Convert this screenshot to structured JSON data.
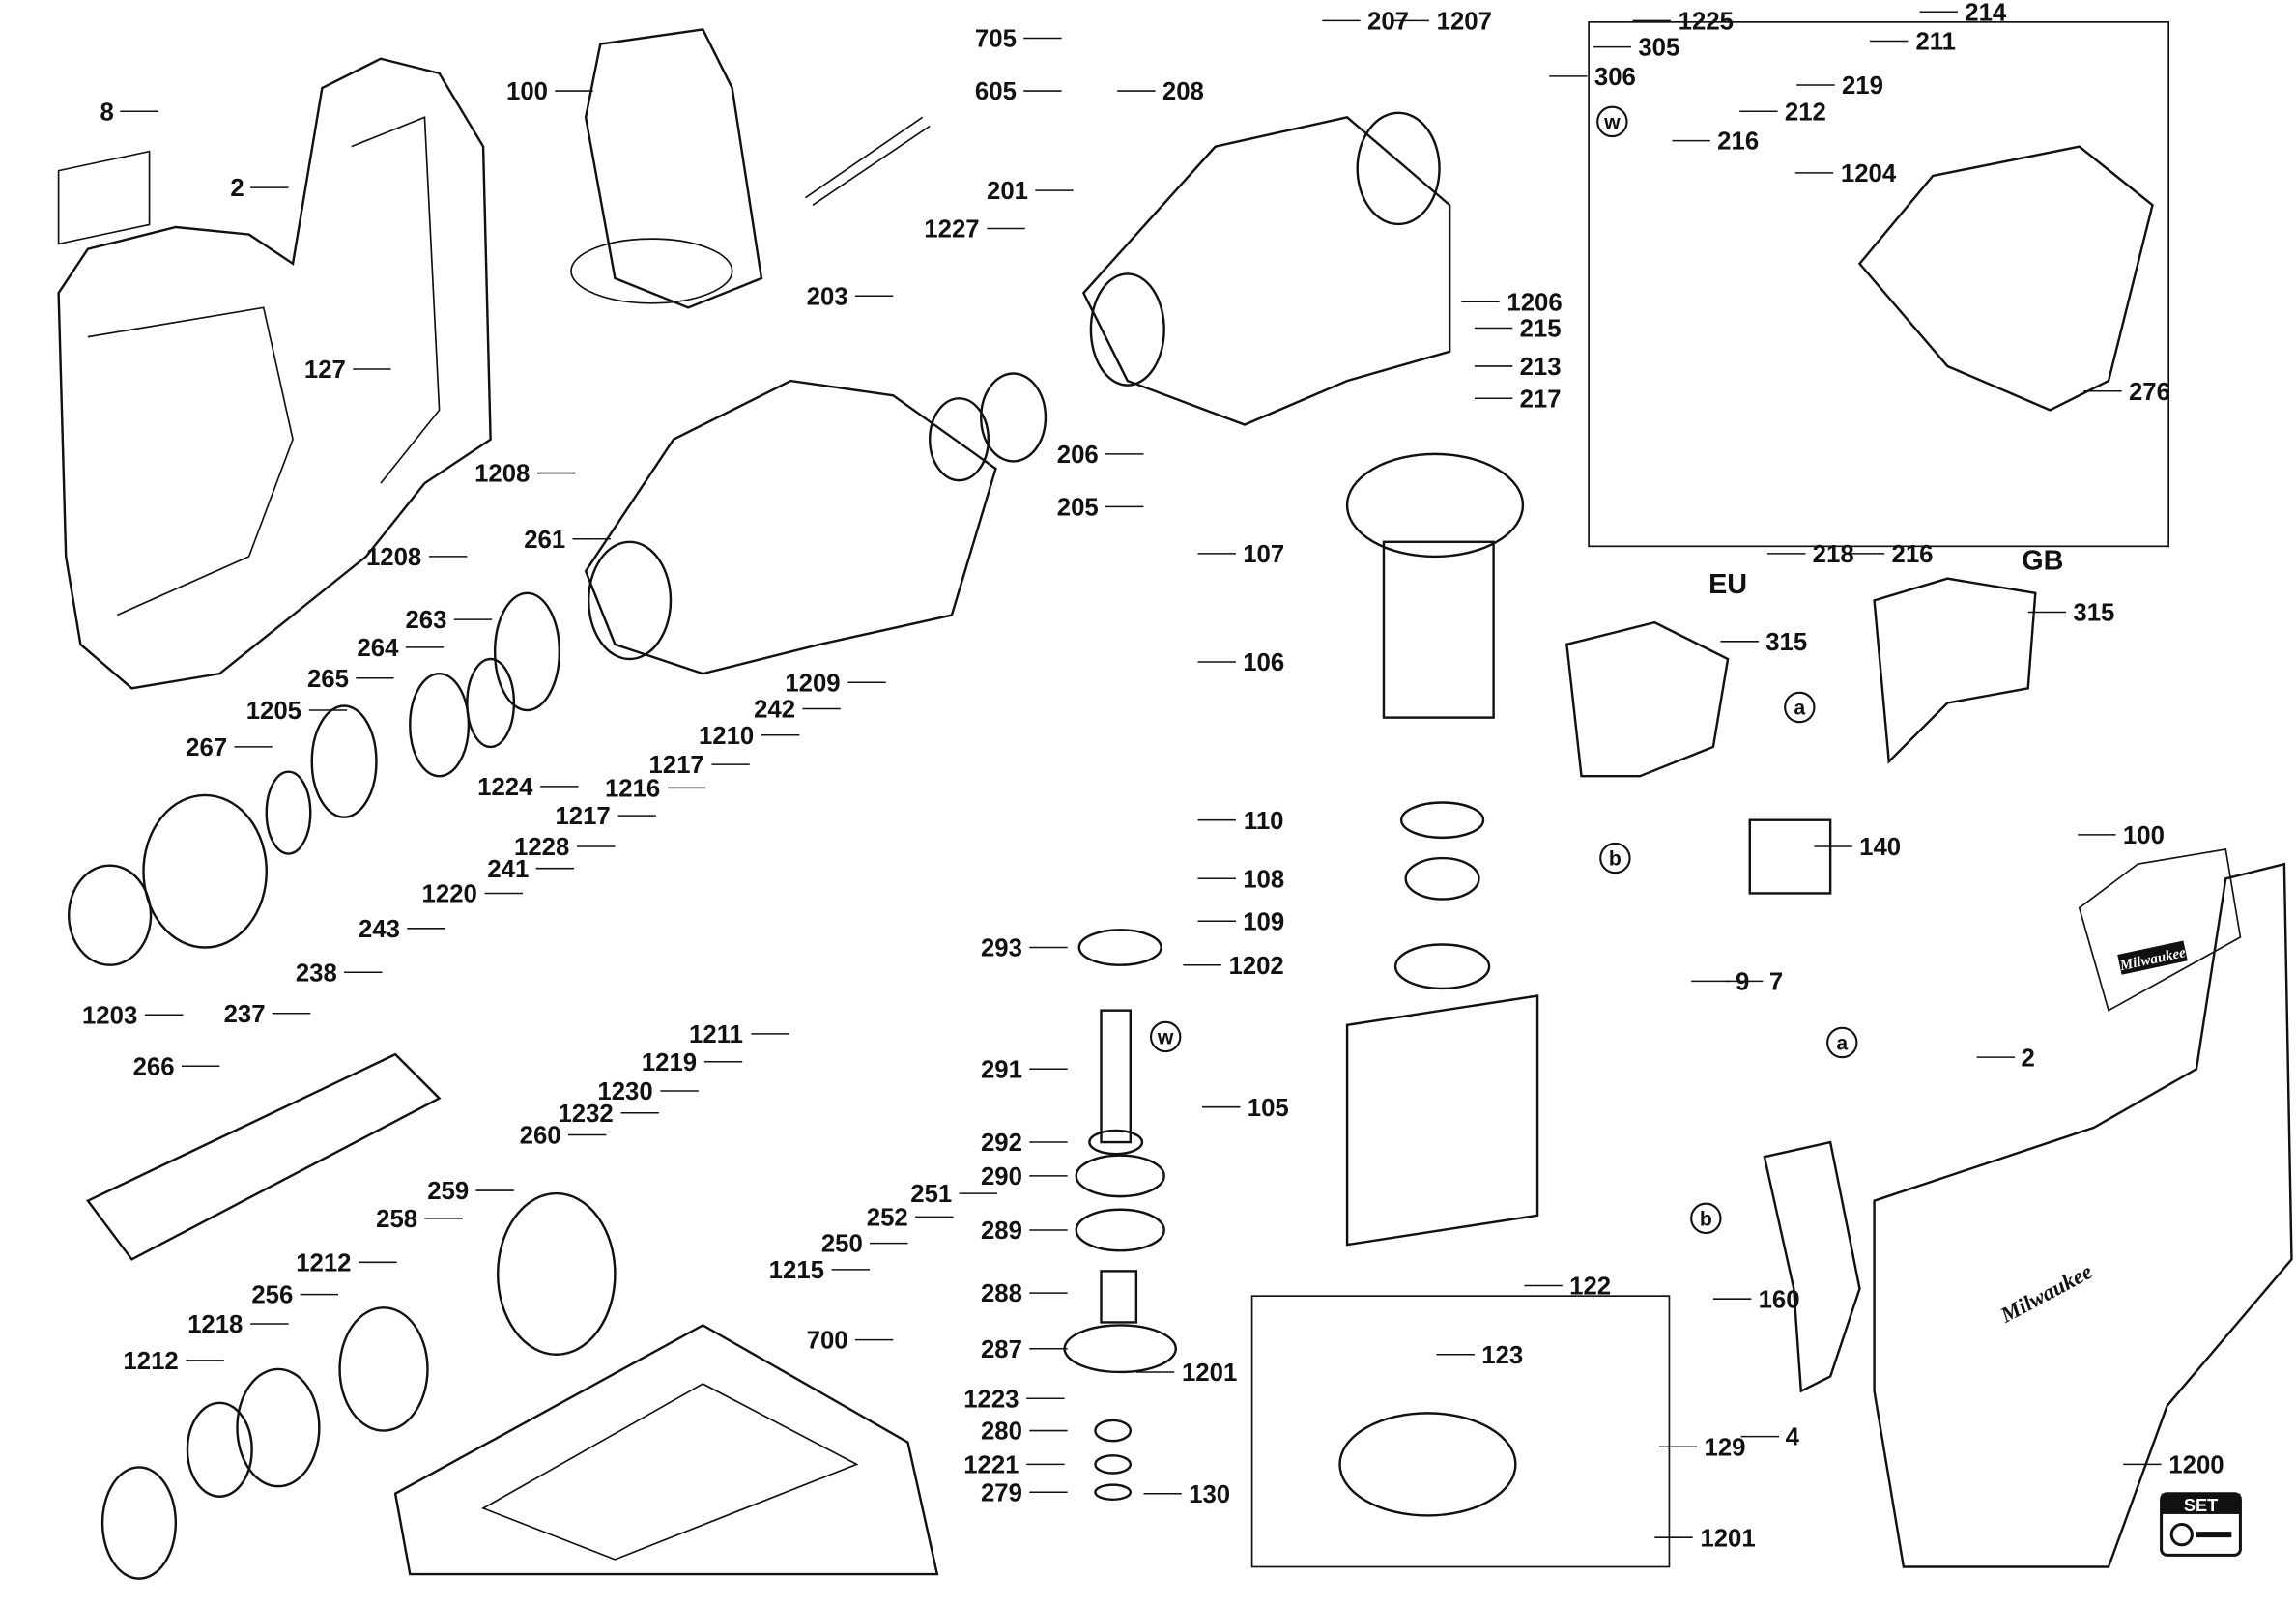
{
  "diagram": {
    "part_labels": [
      "100",
      "8",
      "2",
      "127",
      "1208",
      "1208",
      "705",
      "605",
      "207",
      "1207",
      "208",
      "306",
      "305",
      "1225",
      "214",
      "211",
      "219",
      "212",
      "216",
      "1204",
      "201",
      "1227",
      "203",
      "1206",
      "215",
      "213",
      "217",
      "276",
      "206",
      "205",
      "261",
      "107",
      "218",
      "216",
      "315",
      "315",
      "263",
      "264",
      "265",
      "106",
      "1205",
      "1209",
      "242",
      "1210",
      "267",
      "1217",
      "1224",
      "1216",
      "1217",
      "1228",
      "110",
      "140",
      "241",
      "108",
      "100",
      "1220",
      "109",
      "243",
      "293",
      "1202",
      "238",
      "9",
      "7",
      "1203",
      "237",
      "1211",
      "1219",
      "2",
      "291",
      "1230",
      "266",
      "1232",
      "105",
      "260",
      "292",
      "290",
      "251",
      "259",
      "252",
      "258",
      "250",
      "289",
      "1212",
      "1215",
      "160",
      "122",
      "256",
      "288",
      "1218",
      "700",
      "123",
      "287",
      "1212",
      "1201",
      "1223",
      "280",
      "4",
      "129",
      "1200",
      "1221",
      "279",
      "130",
      "1201"
    ],
    "region_labels": [
      "EU",
      "GB"
    ],
    "connector_markers": [
      "w",
      "w",
      "a",
      "b",
      "a",
      "b"
    ],
    "set_badge": "SET",
    "brand_marks": [
      "Milwaukee",
      "Milwaukee"
    ]
  }
}
